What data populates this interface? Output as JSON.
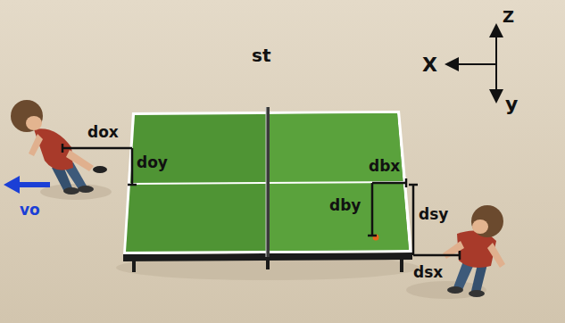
{
  "diagram": {
    "labels": [
      "st",
      "X",
      "Z",
      "y",
      "dox",
      "doy",
      "dbx",
      "dby",
      "dsy",
      "dsx",
      "vo"
    ]
  }
}
